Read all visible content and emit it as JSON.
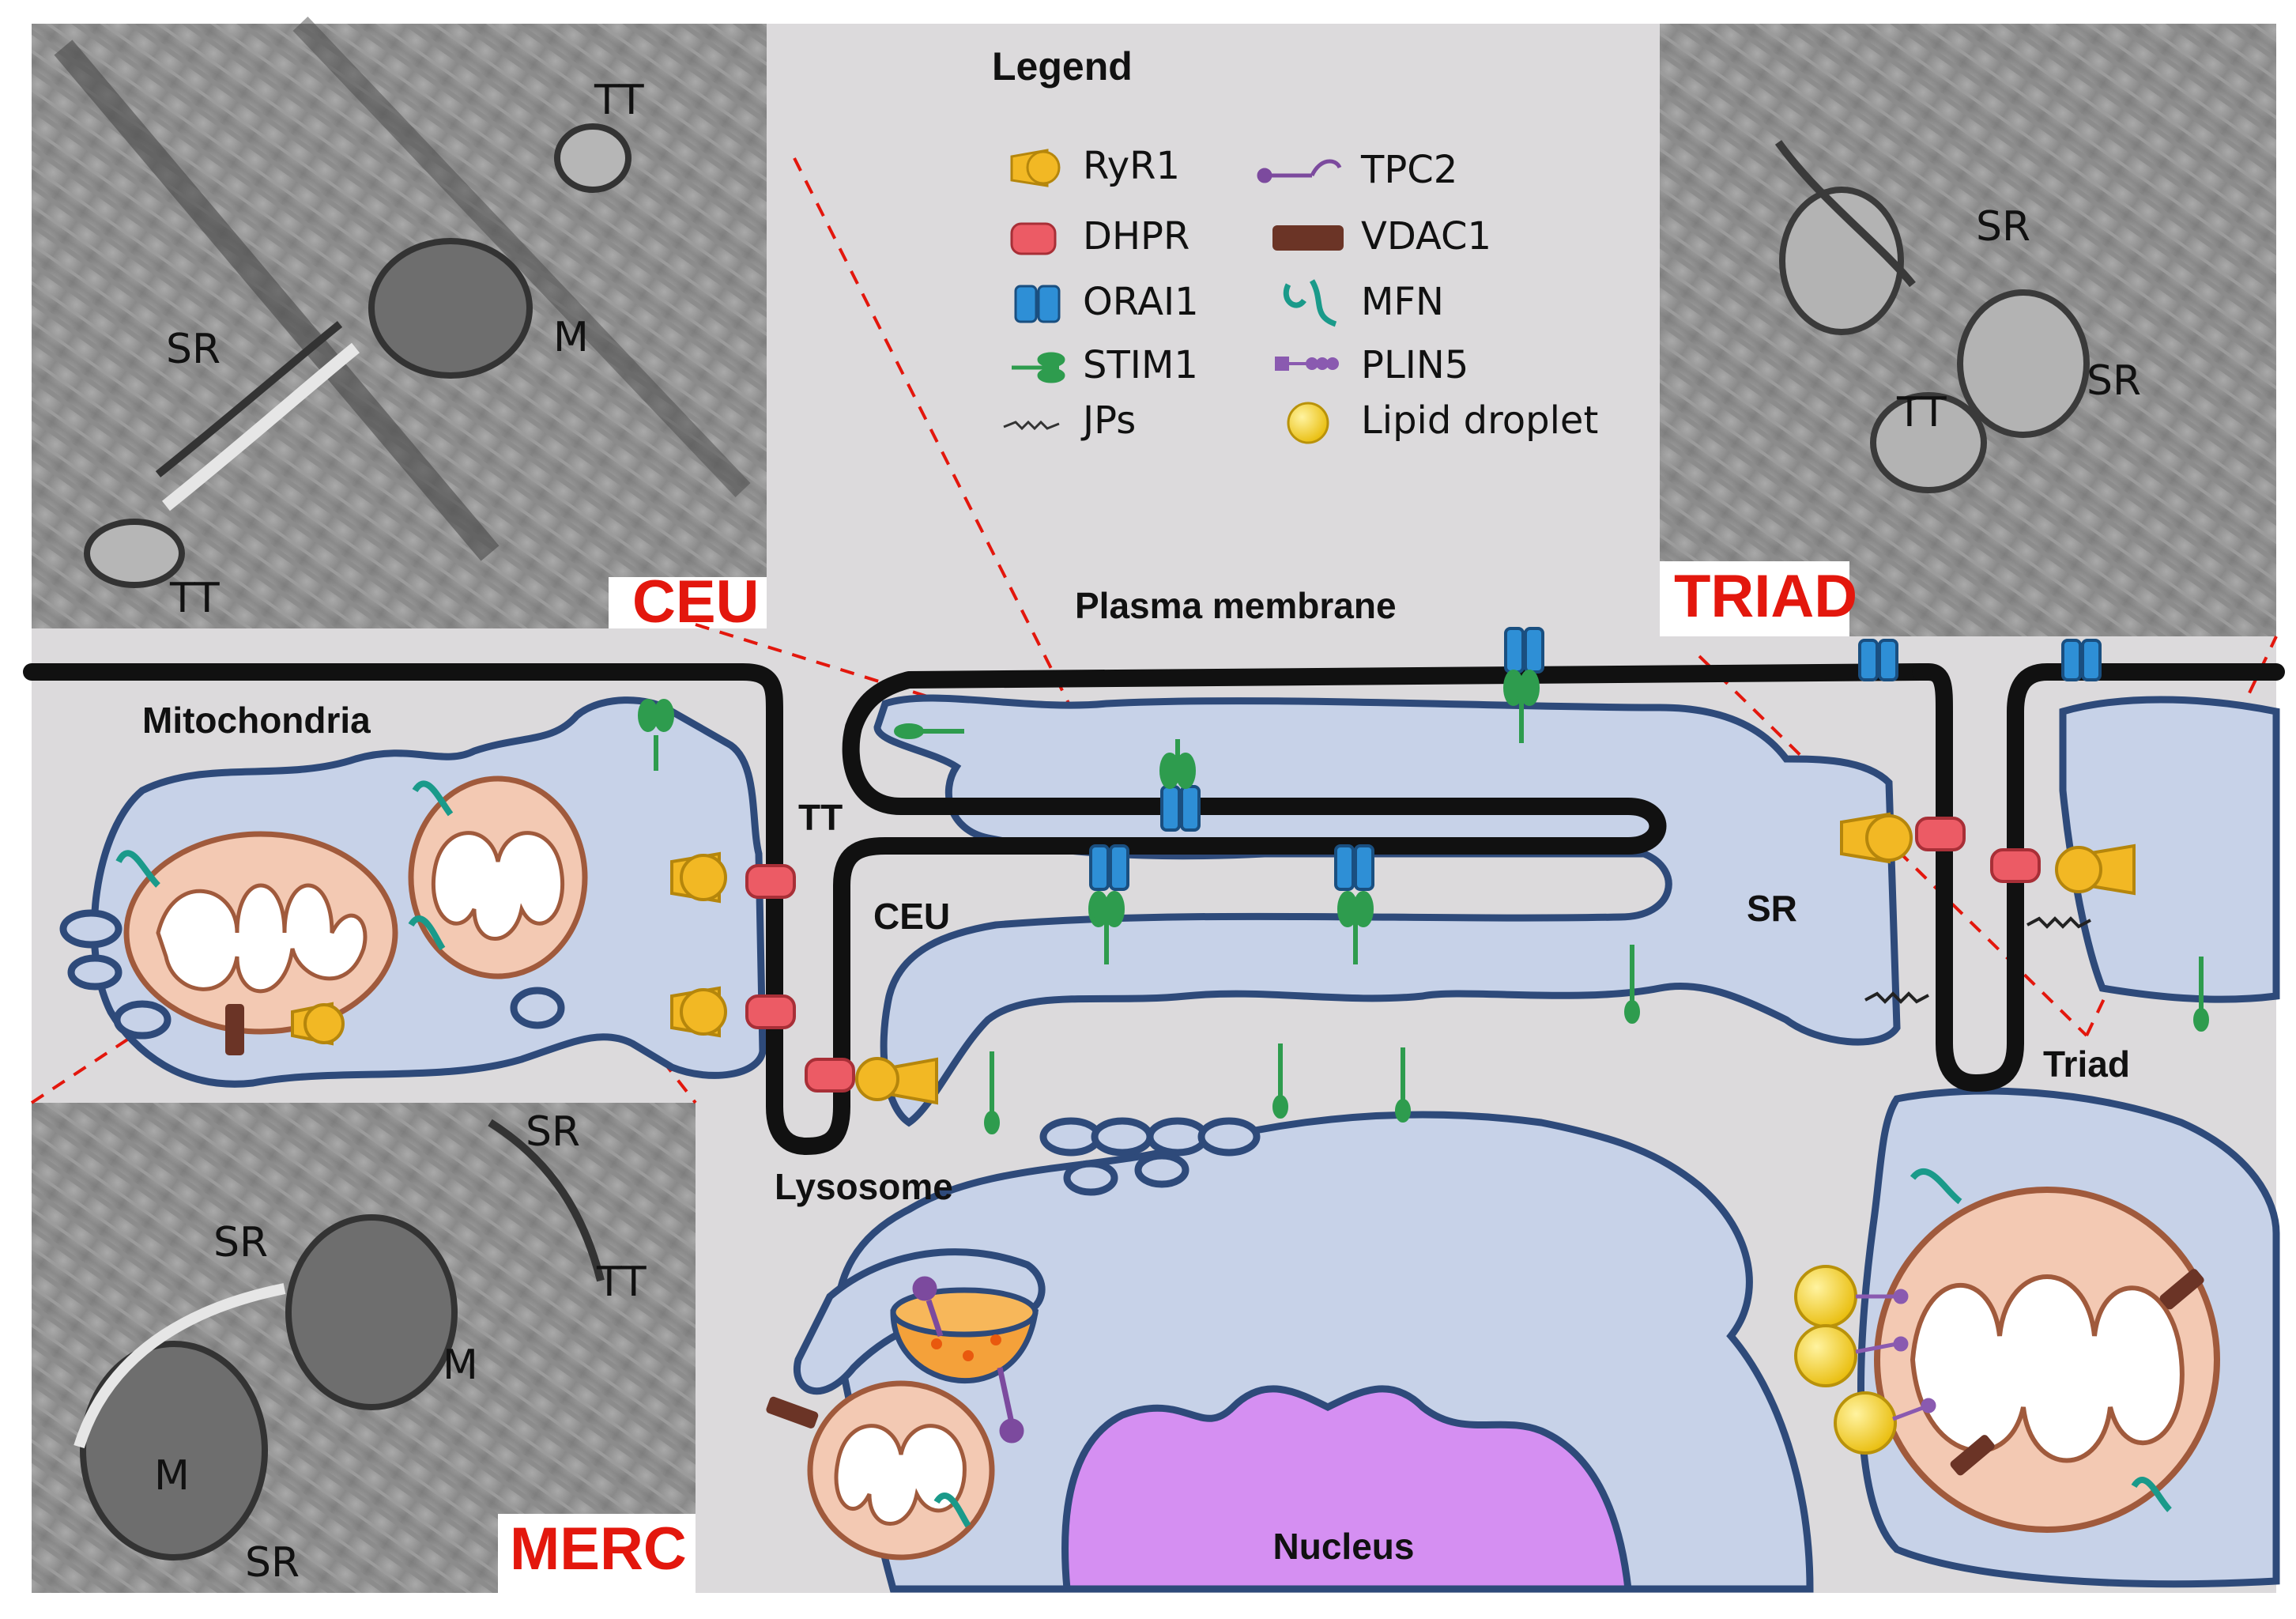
{
  "legend": {
    "title": "Legend",
    "items": [
      {
        "label": "RyR1",
        "icon": "ryr1-icon",
        "color": "#f2b824"
      },
      {
        "label": "DHPR",
        "icon": "dhpr-icon",
        "color": "#ec5b65"
      },
      {
        "label": "ORAI1",
        "icon": "orai1-icon",
        "color": "#2e8fd6"
      },
      {
        "label": "STIM1",
        "icon": "stim1-icon",
        "color": "#2e9c4e"
      },
      {
        "label": "JPs",
        "icon": "jps-icon",
        "color": "#333333"
      },
      {
        "label": "TPC2",
        "icon": "tpc2-icon",
        "color": "#7c4a9e"
      },
      {
        "label": "VDAC1",
        "icon": "vdac1-icon",
        "color": "#6b3426"
      },
      {
        "label": "MFN",
        "icon": "mfn-icon",
        "color": "#1a9a8a"
      },
      {
        "label": "PLIN5",
        "icon": "plin5-icon",
        "color": "#8a5ab0"
      },
      {
        "label": "Lipid droplet",
        "icon": "lipid-droplet-icon",
        "color": "#f6d21e"
      }
    ]
  },
  "panels": {
    "ceu": {
      "title": "CEU",
      "labels": [
        "TT",
        "M",
        "SR",
        "TT"
      ]
    },
    "triad": {
      "title": "TRIAD",
      "labels": [
        "SR",
        "SR",
        "TT"
      ]
    },
    "merc": {
      "title": "MERC",
      "labels": [
        "SR",
        "SR",
        "TT",
        "M",
        "M",
        "SR"
      ]
    }
  },
  "diagram_labels": {
    "plasma_membrane": "Plasma membrane",
    "mitochondria": "Mitochondria",
    "tt": "TT",
    "ceu": "CEU",
    "sr": "SR",
    "triad": "Triad",
    "lysosome": "Lysosome",
    "nucleus": "Nucleus"
  },
  "colors": {
    "background": "#dcdadc",
    "sr_fill": "#c7d2e8",
    "sr_stroke": "#2e4a7a",
    "membrane": "#111111",
    "nucleus": "#d58ff2",
    "mito_fill": "#f3c9b3",
    "panel_title": "#e3170d"
  }
}
